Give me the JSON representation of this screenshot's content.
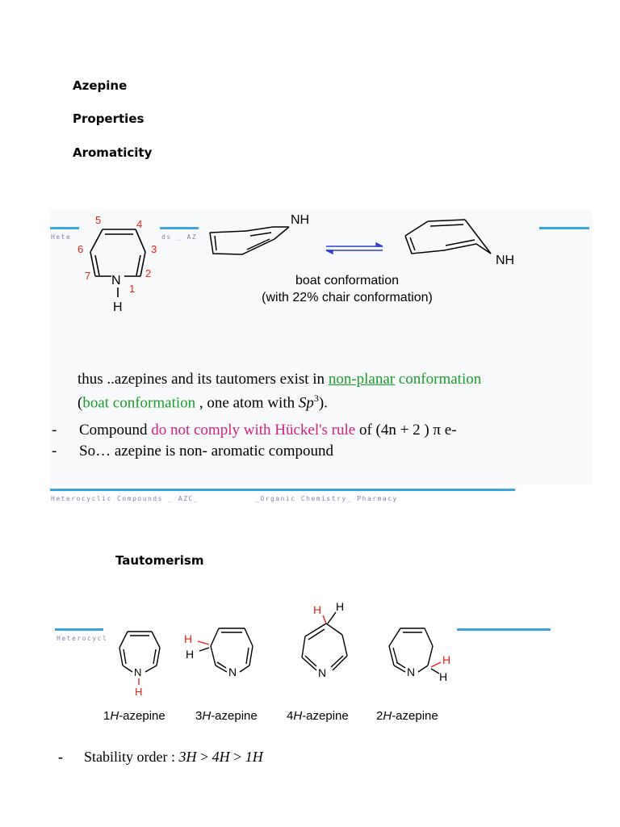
{
  "headings": {
    "h1": "Azepine",
    "h2": "Properties",
    "h3": "Aromaticity",
    "h4": "Tautomerism"
  },
  "slide1": {
    "footer_top_partial": "Hete",
    "footer_top_mid": "ds _ AZ",
    "footer_bottom_left": "Heterocyclic Compounds _ AZC_",
    "footer_bottom_right": "_Organic Chemistry_ Pharmacy",
    "ring_numbers": [
      "1",
      "2",
      "3",
      "4",
      "5",
      "6",
      "7"
    ],
    "ring_n": "N",
    "ring_h": "H",
    "nh_top": "NH",
    "nh_bottom": "NH",
    "caption_line1": "boat conformation",
    "caption_line2": "(with 22% chair conformation)",
    "line1": {
      "a": "thus ..azepines and its tautomers exist in ",
      "b": "non-planar",
      "c": " conformation"
    },
    "line2": {
      "a": "(",
      "b": "boat conformation",
      "c": " , one atom with ",
      "d": "Sp",
      "e": "3",
      "f": ")."
    },
    "bullet1": {
      "dash": "-",
      "a": "Compound ",
      "b": "do not comply with Hückel's rule",
      "c": " of (4n + 2 ) π e-"
    },
    "bullet2": {
      "dash": "-",
      "a": "So… azepine is non- aromatic compound"
    }
  },
  "slide2": {
    "footer_partial": "Heterocycl",
    "tautomers": [
      {
        "prefix": "1",
        "italic": "H",
        "suffix": "-azepine"
      },
      {
        "prefix": "3",
        "italic": "H",
        "suffix": "-azepine"
      },
      {
        "prefix": "4",
        "italic": "H",
        "suffix": "-azepine"
      },
      {
        "prefix": "2",
        "italic": "H",
        "suffix": "-azepine"
      }
    ],
    "n": "N",
    "h": "H"
  },
  "stability": {
    "dash": "-",
    "label": "Stability order : ",
    "order": [
      "3H",
      "4H",
      "1H"
    ],
    "sep": " > "
  },
  "colors": {
    "accent_line": "#3aa3e0",
    "red": "#e8211a",
    "green": "#1a9e2a",
    "magenta": "#d4207e",
    "arrow_blue": "#2a3ed8"
  }
}
